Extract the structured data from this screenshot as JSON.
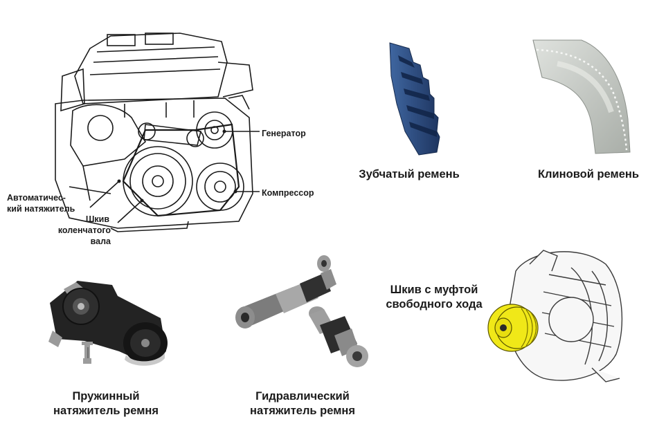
{
  "engine": {
    "generator": "Генератор",
    "compressor": "Компрессор",
    "auto_tensioner": [
      "Автоматичес-",
      "кий натяжитель"
    ],
    "crank_pulley": [
      "Шкив",
      "коленчатого",
      "вала"
    ]
  },
  "belts": {
    "toothed": "Зубчатый ремень",
    "vee": "Клиновой ремень"
  },
  "tensioners": {
    "spring": [
      "Пружинный",
      "натяжитель ремня"
    ],
    "hydraulic": [
      "Гидравлический",
      "натяжитель ремня"
    ]
  },
  "alternator": {
    "label": [
      "Шкив с муфтой",
      "свободного хода"
    ],
    "pulley_color": "#f0e818"
  },
  "colors": {
    "belt_blue": "#2a4a7a",
    "belt_gray": "#c8ccc8",
    "tensioner_black": "#1c1c1c"
  }
}
